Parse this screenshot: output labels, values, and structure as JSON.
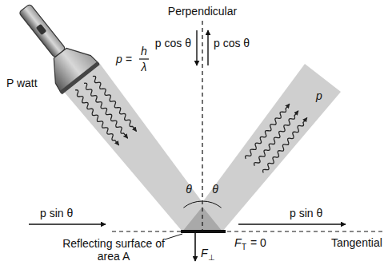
{
  "diagram": {
    "labels": [
      "Perpendicular",
      "P watt",
      "p cos θ",
      "p cos θ",
      "p =",
      "h",
      "λ",
      "θ",
      "θ",
      "p",
      "p sin θ",
      "p sin θ",
      "Reflecting surface of area A",
      "F",
      "T",
      "= 0",
      "Tangential",
      "F",
      "⊥"
    ]
  }
}
